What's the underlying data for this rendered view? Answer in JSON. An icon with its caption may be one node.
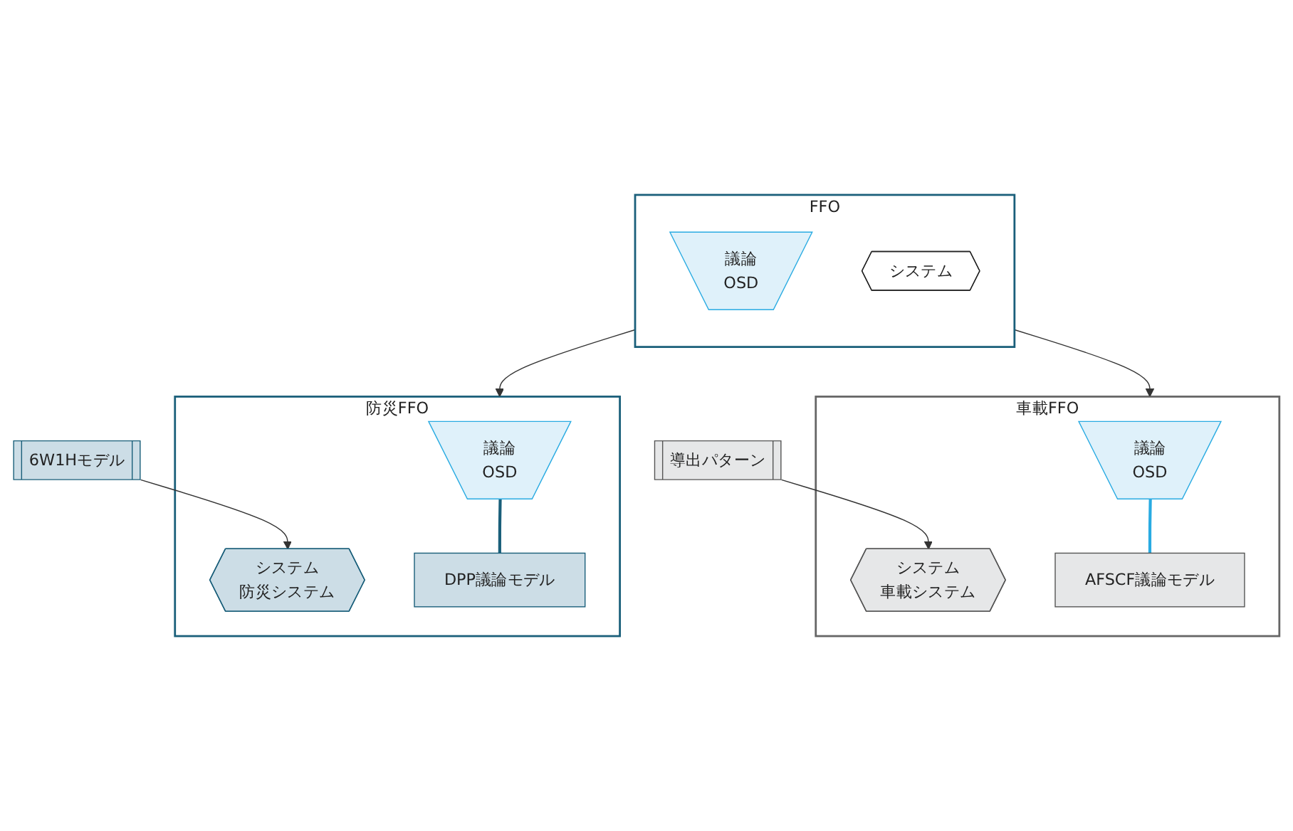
{
  "diagram": {
    "nodes": [
      {
        "text": [
          "FFO"
        ]
      },
      {
        "text": [
          "議論",
          "OSD"
        ],
        "in": 0
      },
      {
        "text": [
          "システム"
        ],
        "in": 0
      },
      {
        "text": [
          "車載FFO"
        ]
      },
      {
        "text": [
          "議論",
          "OSD"
        ],
        "in": 3
      },
      {
        "text": [
          "システム",
          "車載システム"
        ],
        "in": 3
      },
      {
        "text": [
          "AFSCF議論モデル"
        ],
        "in": 3
      },
      {
        "text": [
          "導出パターン"
        ]
      },
      {
        "text": [
          "防災FFO"
        ]
      },
      {
        "text": [
          "議論",
          "OSD"
        ],
        "in": 8
      },
      {
        "text": [
          "システム",
          "防災システム"
        ],
        "in": 8
      },
      {
        "text": [
          "DPP議論モデル"
        ],
        "in": 8
      },
      {
        "text": [
          "6W1Hモデル"
        ]
      }
    ],
    "edges": [
      {
        "from": 0,
        "to": 3,
        "arrow": "to"
      },
      {
        "from": 0,
        "to": 8,
        "arrow": "to"
      },
      {
        "from": 4,
        "to": 6,
        "arrow": "none",
        "color": "#29abe2"
      },
      {
        "from": 7,
        "to": 5,
        "arrow": "to"
      },
      {
        "from": 9,
        "to": 11,
        "arrow": "none",
        "color": "#1a5f7a"
      },
      {
        "from": 12,
        "to": 10,
        "arrow": "to"
      }
    ]
  }
}
